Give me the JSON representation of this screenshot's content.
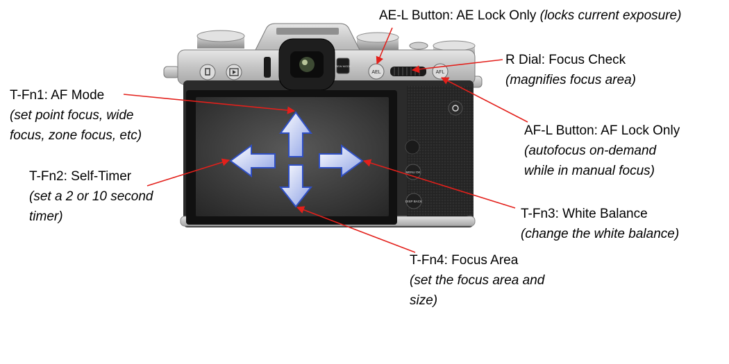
{
  "labels": {
    "ael": {
      "title": "AE-L Button: AE Lock Only",
      "desc": "(locks current exposure)"
    },
    "rdial": {
      "title": "R Dial: Focus Check",
      "desc": "(magnifies focus area)"
    },
    "afl": {
      "title": "AF-L Button: AF Lock Only",
      "desc_lines": [
        "(autofocus on-demand",
        "while in manual focus)"
      ]
    },
    "tfn1": {
      "title": "T-Fn1: AF Mode",
      "desc_lines": [
        "(set point focus, wide",
        "focus, zone focus, etc)"
      ]
    },
    "tfn2": {
      "title": "T-Fn2: Self-Timer",
      "desc_lines": [
        "(set a 2 or 10 second",
        "timer)"
      ]
    },
    "tfn3": {
      "title": "T-Fn3: White Balance",
      "desc": "(change the white balance)"
    },
    "tfn4": {
      "title": "T-Fn4: Focus Area",
      "desc_lines": [
        "(set the focus area and",
        "size)"
      ]
    }
  },
  "camera": {
    "buttons": {
      "ael": "AEL",
      "afl": "AFL",
      "view_mode": "VIEW MODE",
      "menu_ok": "MENU OK",
      "disp_back": "DISP BACK"
    }
  },
  "colors": {
    "annotation": "#e3201b",
    "arrow_fill": "#aab8ee",
    "arrow_stroke": "#2f4fc4",
    "body_silver": "#c9c9c9",
    "body_dark": "#2a2a2a",
    "lcd": "#3a3a3a"
  }
}
